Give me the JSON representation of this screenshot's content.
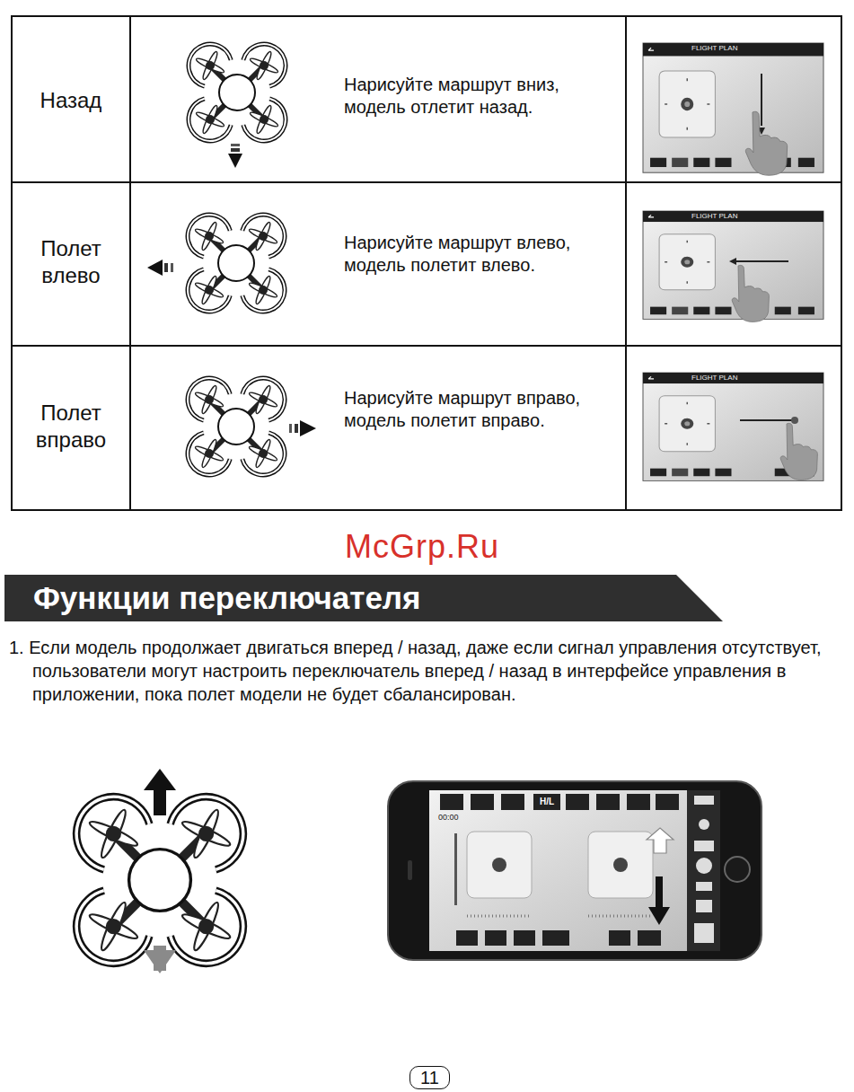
{
  "diagram": {
    "nodes": [
      {
        "text": [
          "Функции переключателя"
        ]
      },
      {
        "text": [
          "11"
        ]
      }
    ],
    "labels": [
      "Назад",
      "Нарисуйте маршрут вниз, модель отлетит назад.",
      "FLIGHT PLAN",
      "Полет влево",
      "Нарисуйте маршрут влево, модель полетит влево.",
      "FLIGHT PLAN",
      "Полет вправо",
      "Нарисуйте маршрут вправо, модель полетит вправо.",
      "FLIGHT PLAN",
      "McGrp.Ru",
      "1. Если модель продолжает двигаться вперед / назад, даже если сигнал управления отсутствует, пользователи могут настроить переключатель вперед / назад в интерфейсе управления в приложении, пока полет модели не будет сбалансирован.",
      "00:00",
      "H/L"
    ]
  }
}
